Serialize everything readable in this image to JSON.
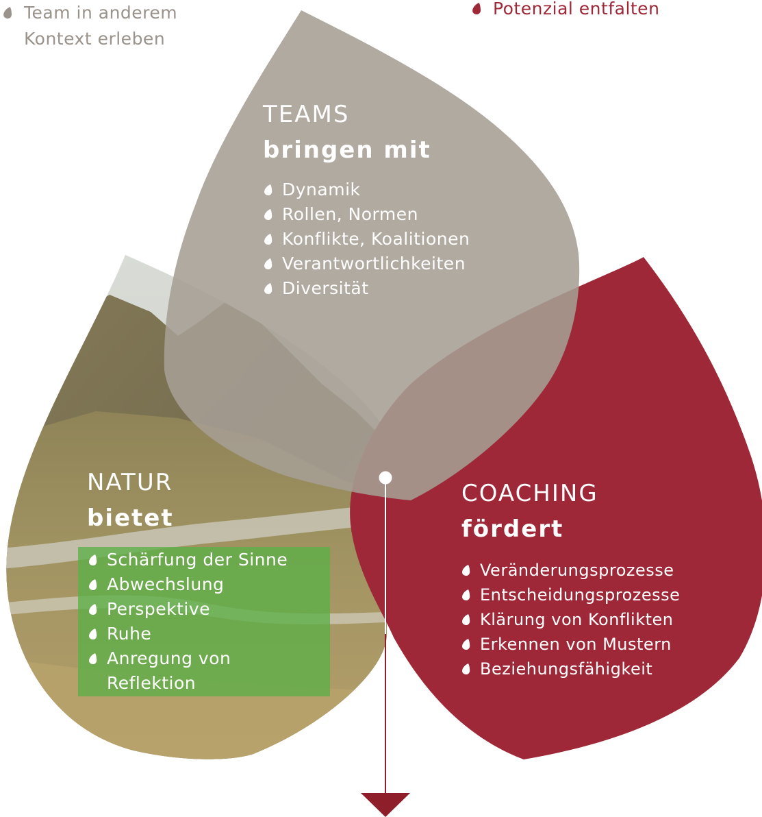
{
  "colors": {
    "teams_leaf": "#a69e94",
    "coaching_leaf": "#9e2837",
    "natur_box": "#5cb048",
    "arrow": "#8e1e2a",
    "outside_grey": "#9a938b",
    "outside_red": "#9e2837"
  },
  "top_left_note": {
    "icon": "leaf-bullet-icon",
    "lines": [
      "Team in anderem",
      "Kontext erleben"
    ]
  },
  "top_right_note": {
    "icon": "leaf-bullet-icon",
    "text": "Potenzial entfalten"
  },
  "teams": {
    "title": "TEAMS",
    "subtitle": "bringen mit",
    "items": [
      "Dynamik",
      "Rollen, Normen",
      "Konflikte, Koalitionen",
      "Verantwortlichkeiten",
      "Diversität"
    ]
  },
  "natur": {
    "title": "NATUR",
    "subtitle": "bietet",
    "items": [
      "Schärfung der Sinne",
      "Abwechslung",
      "Perspektive",
      "Ruhe",
      "Anregung von",
      "Reflektion"
    ]
  },
  "coaching": {
    "title": "COACHING",
    "subtitle": "fördert",
    "items": [
      "Veränderungsprozesse",
      "Entscheidungsprozesse",
      "Klärung von Konflikten",
      "Erkennen von Mustern",
      "Beziehungsfähigkeit"
    ]
  }
}
